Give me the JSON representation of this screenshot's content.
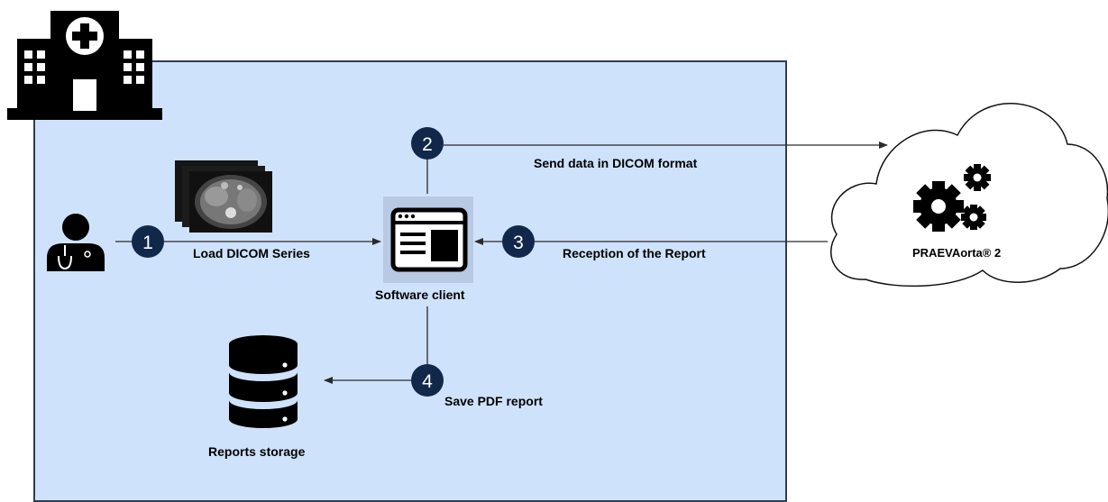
{
  "steps": [
    {
      "number": "1",
      "label": "Load DICOM Series"
    },
    {
      "number": "2",
      "label": "Send data in DICOM format"
    },
    {
      "number": "3",
      "label": "Reception of the Report"
    },
    {
      "number": "4",
      "label": "Save PDF report"
    }
  ],
  "nodes": {
    "software_client": "Software  client",
    "reports_storage": "Reports storage",
    "cloud_service": "PRAEVAorta® 2"
  },
  "colors": {
    "hospital_zone": "#cfe2fb",
    "step_badge": "#12284a",
    "icons": "#000000"
  },
  "icons": {
    "hospital": "hospital-icon",
    "doctor": "doctor-icon",
    "ct_scans": "ct-scan-stack-icon",
    "software": "software-window-icon",
    "database": "database-icon",
    "cloud": "cloud-icon",
    "gears": "gears-icon"
  }
}
